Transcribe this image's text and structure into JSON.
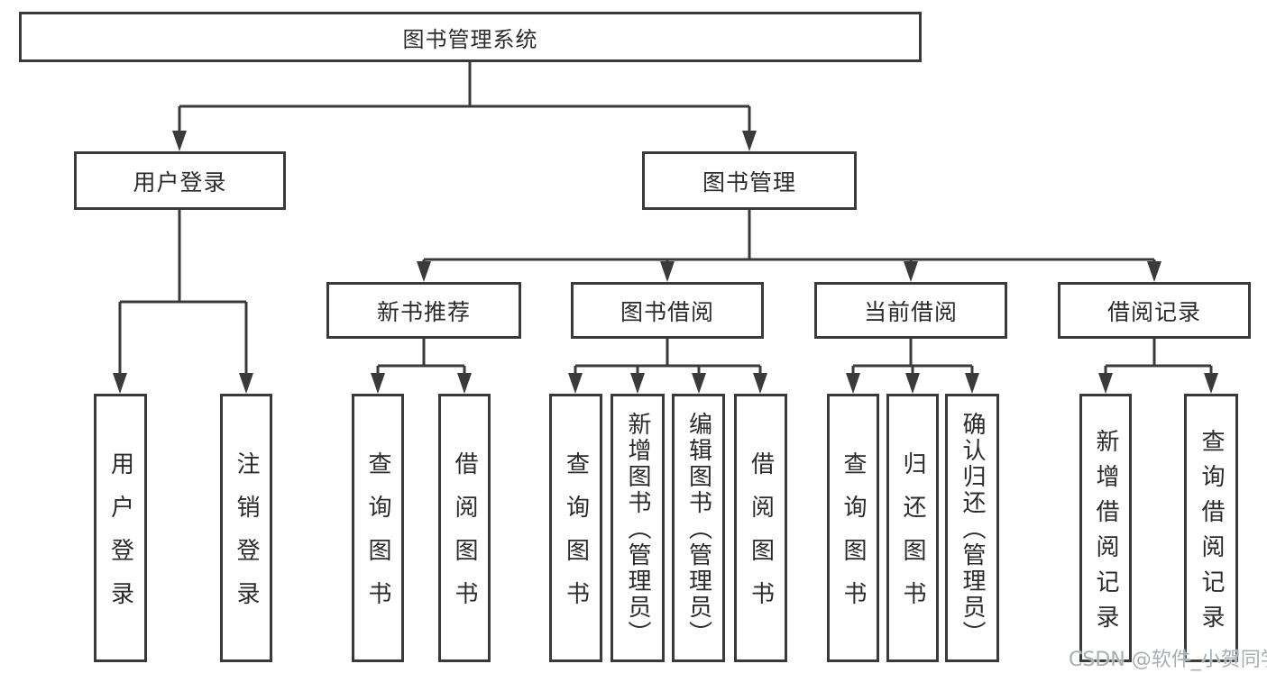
{
  "title": "图书管理系统",
  "watermark": "CSDN @软件_小贺同学",
  "colors": {
    "line": "#3a3a3a",
    "text": "#2b2b2b",
    "box_bg": "#ffffff",
    "watermark": "#a9aeb3",
    "background": "#ffffff"
  },
  "tree": {
    "root": "图书管理系统",
    "branches": [
      {
        "label": "用户登录",
        "children": [
          "用户登录",
          "注销登录"
        ]
      },
      {
        "label": "图书管理",
        "children": [
          {
            "label": "新书推荐",
            "children": [
              "查询图书",
              "借阅图书"
            ]
          },
          {
            "label": "图书借阅",
            "children": [
              "查询图书",
              "新增图书（管理员）",
              "编辑图书（管理员）",
              "借阅图书"
            ]
          },
          {
            "label": "当前借阅",
            "children": [
              "查询图书",
              "归还图书",
              "确认归还（管理员）"
            ]
          },
          {
            "label": "借阅记录",
            "children": [
              "新增借阅记录",
              "查询借阅记录"
            ]
          }
        ]
      }
    ]
  }
}
